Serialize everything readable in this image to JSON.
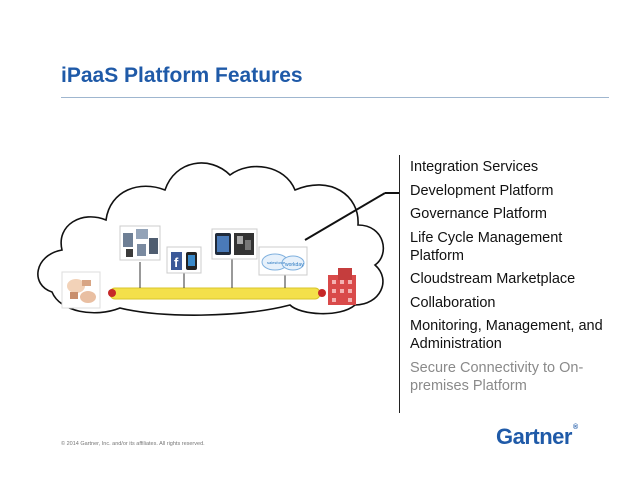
{
  "slide": {
    "title": "iPaaS Platform Features"
  },
  "features": [
    {
      "label": "Integration Services",
      "muted": false
    },
    {
      "label": "Development Platform",
      "muted": false
    },
    {
      "label": "Governance Platform",
      "muted": false
    },
    {
      "label": "Life Cycle Management Platform",
      "muted": false
    },
    {
      "label": "Cloudstream Marketplace",
      "muted": false
    },
    {
      "label": "Collaboration",
      "muted": false
    },
    {
      "label": "Monitoring, Management, and Administration",
      "muted": false
    },
    {
      "label": "Secure Connectivity to On-premises Platform",
      "muted": true
    }
  ],
  "diagram": {
    "cloud_label": "workday",
    "cloud_label_small": "salesforce",
    "icons": [
      "devices-icon",
      "facebook-icon",
      "tablet-icon",
      "saas-cloud-icon",
      "enterprise-building-icon",
      "on-premise-icon"
    ]
  },
  "footer": {
    "copyright": "© 2014 Gartner, Inc. and/or its affiliates. All rights reserved.",
    "logo": "Gartner"
  },
  "colors": {
    "title": "#1f5aa8",
    "bus": "#f4e04a",
    "bus_end": "#c62828",
    "building": "#d94a4a"
  }
}
